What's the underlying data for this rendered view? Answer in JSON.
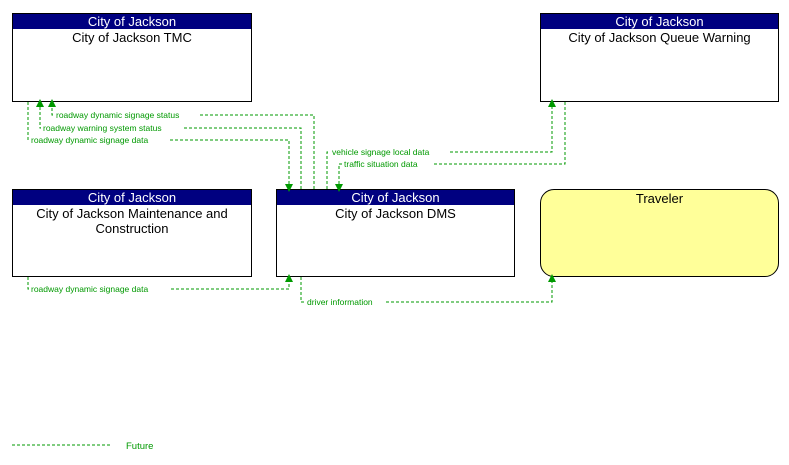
{
  "nodes": {
    "tmc": {
      "header": "City of Jackson",
      "name": "City of Jackson TMC"
    },
    "queue": {
      "header": "City of Jackson",
      "name": "City of Jackson Queue Warning"
    },
    "maint": {
      "header": "City of Jackson",
      "name": "City of Jackson Maintenance and Construction"
    },
    "dms": {
      "header": "City of Jackson",
      "name": "City of Jackson DMS"
    },
    "traveler": {
      "name": "Traveler"
    }
  },
  "flows": {
    "f1": "roadway dynamic signage status",
    "f2": "roadway warning system status",
    "f3": "roadway dynamic signage data",
    "f4": "vehicle signage local data",
    "f5": "traffic situation data",
    "f6": "roadway dynamic signage data",
    "f7": "driver information"
  },
  "legend": {
    "future": "Future"
  },
  "colors": {
    "header": "#000080",
    "flow": "#009900",
    "traveler": "#ffff99"
  }
}
